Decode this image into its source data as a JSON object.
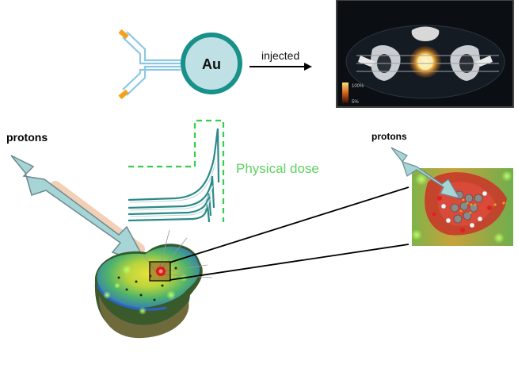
{
  "labels": {
    "au": "Au",
    "injected": "injected",
    "physical_dose": "Physical dose",
    "protons_left": "protons",
    "protons_right": "protons",
    "ct_scale_top": "100%",
    "ct_scale_bottom": "5%"
  },
  "colors": {
    "au_ring": "#18918a",
    "au_fill": "#bfe1e6",
    "antibody_stroke": "#8cc8e4",
    "antibody_tip": "#f2a21b",
    "dose_curve": "#2c8a86",
    "dose_dashed": "#34d04a",
    "physical_dose_text": "#5fd060",
    "proton_arrow_fill": "#a7d5d6",
    "proton_arrow_stroke": "#6a8a92"
  },
  "icons": {
    "antibody": "antibody-icon",
    "gold_nanoparticle": "gold-nanoparticle-icon",
    "ct_scan": "ct-scan-image",
    "tumor": "tumor-3d-model",
    "molecule": "molecular-zoom-image"
  }
}
